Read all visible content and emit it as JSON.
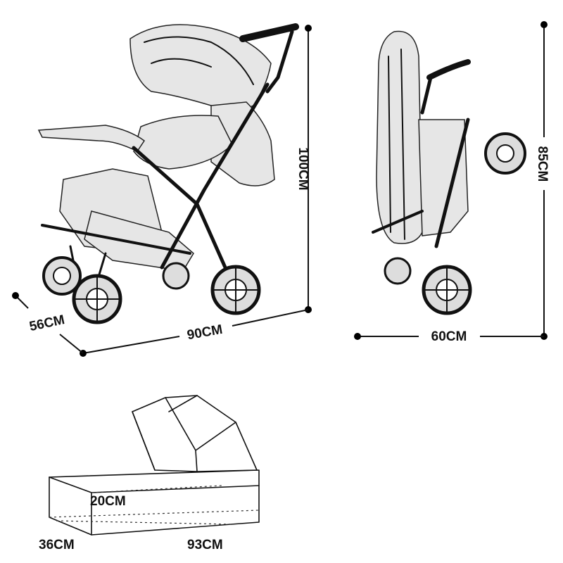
{
  "dimensions": {
    "unfolded_height": "100CM",
    "unfolded_length": "90CM",
    "unfolded_width": "56CM",
    "folded_height": "85CM",
    "folded_length": "60CM",
    "bassinet_height": "20CM",
    "bassinet_width": "36CM",
    "bassinet_length": "93CM"
  },
  "figures": [
    "stroller-unfolded",
    "stroller-folded",
    "bassinet-box"
  ]
}
